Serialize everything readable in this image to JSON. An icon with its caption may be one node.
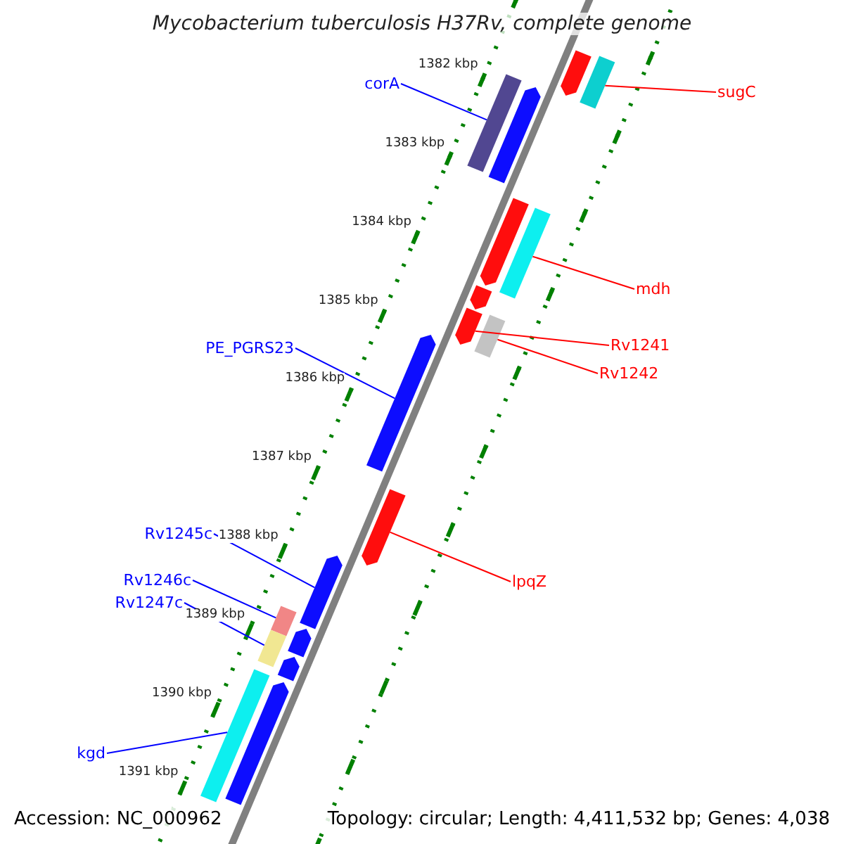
{
  "diagram": {
    "title": "Mycobacterium tuberculosis H37Rv, complete genome",
    "nodes": [
      {
        "text": [
          "corA"
        ]
      },
      {
        "text": [
          "sugC"
        ]
      },
      {
        "text": [
          "mdh"
        ]
      },
      {
        "text": [
          "Rv1241"
        ]
      },
      {
        "text": [
          "Rv1242"
        ]
      },
      {
        "text": [
          "PE_PGRS23"
        ]
      },
      {
        "text": [
          "lpqZ"
        ]
      },
      {
        "text": [
          "Rv1245c"
        ]
      },
      {
        "text": [
          "Rv1246c"
        ]
      },
      {
        "text": [
          "Rv1247c"
        ]
      },
      {
        "text": [
          "kgd"
        ]
      },
      {
        "text": [],
        "shape": "bar"
      },
      {
        "text": [],
        "shape": "bar"
      },
      {
        "text": [],
        "shape": "bar"
      },
      {
        "text": [],
        "shape": "bar"
      },
      {
        "text": [],
        "shape": "bar"
      },
      {
        "text": [],
        "shape": "bar"
      },
      {
        "text": [],
        "shape": "bar"
      },
      {
        "text": [],
        "shape": "bar"
      },
      {
        "text": [],
        "shape": "bar"
      },
      {
        "text": [],
        "shape": "bar"
      },
      {
        "text": [],
        "shape": "bar"
      },
      {
        "text": [],
        "shape": "bar"
      },
      {
        "text": [],
        "shape": "bar"
      },
      {
        "text": [],
        "shape": "bar"
      },
      {
        "text": [],
        "shape": "bar"
      },
      {
        "text": [],
        "shape": "bar"
      },
      {
        "text": [],
        "shape": "bar"
      },
      {
        "text": [],
        "shape": "bar"
      }
    ],
    "edges": [
      {
        "from": 0,
        "to": 13,
        "arrow": "none"
      },
      {
        "from": 1,
        "to": 12,
        "arrow": "none",
        "color": "#ff0000"
      },
      {
        "from": 2,
        "to": 16,
        "arrow": "none",
        "color": "#ff0000"
      },
      {
        "from": 3,
        "to": 18,
        "arrow": "none",
        "color": "#ff0000"
      },
      {
        "from": 4,
        "to": 19,
        "arrow": "none",
        "color": "#ff0000"
      },
      {
        "from": 5,
        "to": 20,
        "arrow": "none"
      },
      {
        "from": 6,
        "to": 21,
        "arrow": "none",
        "color": "#ff0000"
      },
      {
        "from": 7,
        "to": 22,
        "arrow": "none"
      },
      {
        "from": 8,
        "to": 23,
        "arrow": "none"
      },
      {
        "from": 9,
        "to": 24,
        "arrow": "none"
      },
      {
        "from": 10,
        "to": 27,
        "arrow": "none"
      }
    ],
    "labels": [
      "1382 kbp",
      "1383 kbp",
      "1384 kbp",
      "1385 kbp",
      "1386 kbp",
      "1387 kbp",
      "1388 kbp",
      "1389 kbp",
      "1390 kbp",
      "1391 kbp",
      "Accession: NC_000962",
      "Topology: circular; Length: 4,411,532 bp; Genes: 4,038"
    ]
  }
}
